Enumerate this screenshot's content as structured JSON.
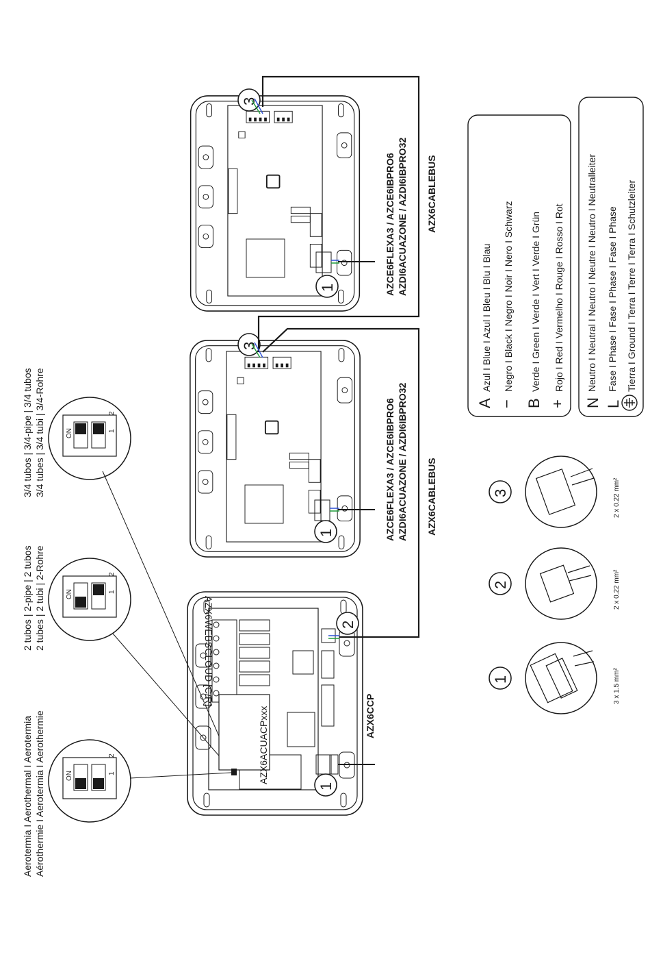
{
  "dip_labels": {
    "aerotermia_line1": "Aerotermia I Aerothermal I Aerotermia",
    "aerotermia_line2": "Aérothermie I Aerotermia I Aerothermie",
    "two_tubes_line1": "2 tubos | 2-pipe | 2 tubos",
    "two_tubes_line2": "2 tubes | 2 tubi | 2-Rohre",
    "three_four_line1": "3/4 tubos | 3/4-pipe | 3/4 tubos",
    "three_four_line2": "3/4 tubes | 3/4 tubi | 3/4-Rohre"
  },
  "dip_switch": {
    "on": "ON",
    "sw1": "1",
    "sw2": "2"
  },
  "boards": {
    "ccp_model": "AZX6CCP",
    "acuacp_model": "AZX6ACUACPxxx",
    "websercloud_model": "AZX6WEBSCLOUD [C/R]",
    "zone_board_line1": "AZCE6FLEXA3 / AZCE6IBPRO6",
    "zone_board_line2": "AZDI6ACUAZONE / AZDI6IBPRO32",
    "bus_cable": "AZX6CABLEBUS"
  },
  "connectors": {
    "c1_num": "1",
    "c1_section": "3 x 1.5 mm²",
    "c2_num": "2",
    "c2_section": "2 x 0.22 mm²",
    "c3_num": "3",
    "c3_section": "2 x 0.22 mm²"
  },
  "legend_bus": {
    "a_sym": "A",
    "a_text": "Azul I Blue I Azul I Bleu I Blu I Blau",
    "neg_sym": "−",
    "neg_text": "Negro I Black I Negro I Noir I Nero I Schwarz",
    "b_sym": "B",
    "b_text": "Verde I Green I Verde I Vert I Verde I Grün",
    "pos_sym": "+",
    "pos_text": "Rojo I Red I Vermelho I Rouge I Rosso I Rot"
  },
  "legend_power": {
    "n_sym": "N",
    "n_text": "Neutro I Neutral I Neutro I Neutre I Neutro I Neutralleiter",
    "l_sym": "L",
    "l_text": "Fase I Phase I Fase I Phase I Fase I Phase",
    "g_text": "Tierra I Ground I Terra I Terre I Terra I Schutzleiter"
  },
  "colors": {
    "line": "#1a1a1a",
    "bus_blue": "#2b4fd6",
    "bus_green": "#1f9c3a"
  }
}
